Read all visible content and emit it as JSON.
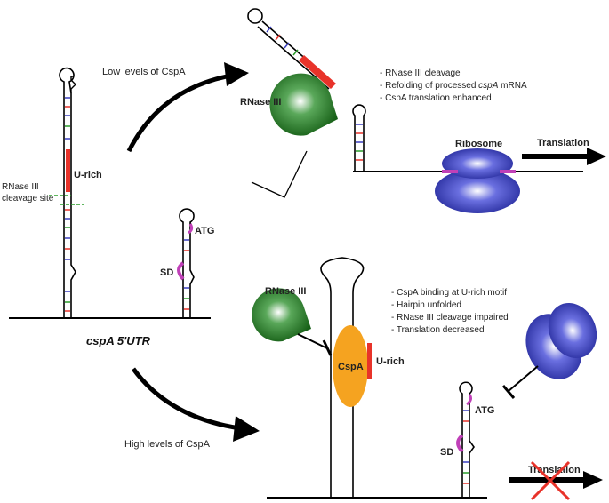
{
  "labels": {
    "u_rich_left": "U-rich",
    "cleavage_site": [
      "RNase III",
      "cleavage site"
    ],
    "atg_left": "ATG",
    "sd_left": "SD",
    "utr_title": "cspA 5'UTR",
    "low_levels": "Low levels of CspA",
    "high_levels": "High levels of CspA",
    "rnase_top": "RNase III",
    "rnase_bottom": "RNase III",
    "ribosome": "Ribosome",
    "translation_top": "Translation",
    "translation_bottom": "Translation",
    "cspa_protein": "CspA",
    "u_rich_bottom": "U-rich",
    "atg_right": "ATG",
    "sd_right": "SD"
  },
  "notes_top": {
    "line1": "- RNase III cleavage",
    "line2_pre": "- Refolding of processed ",
    "line2_em": "cspA",
    "line2_post": " mRNA",
    "line3": "- CspA translation enhanced"
  },
  "notes_bottom": [
    "- CspA binding at U-rich motif",
    "- Hairpin unfolded",
    "- RNase III cleavage impaired",
    "- Translation decreased"
  ],
  "colors": {
    "u_rich": "#e8332a",
    "sd_atg": "#c040b8",
    "rnase": "#1f7a1f",
    "ribosome": "#3a3fc0",
    "cspa": "#f5a320",
    "cleavage_line": "#2a9d2a",
    "block_x": "#e8332a"
  },
  "icons": [
    "rnase-iii-pacman-icon",
    "ribosome-icon",
    "translation-arrow-icon",
    "inhibition-bar-icon",
    "cross-icon"
  ]
}
